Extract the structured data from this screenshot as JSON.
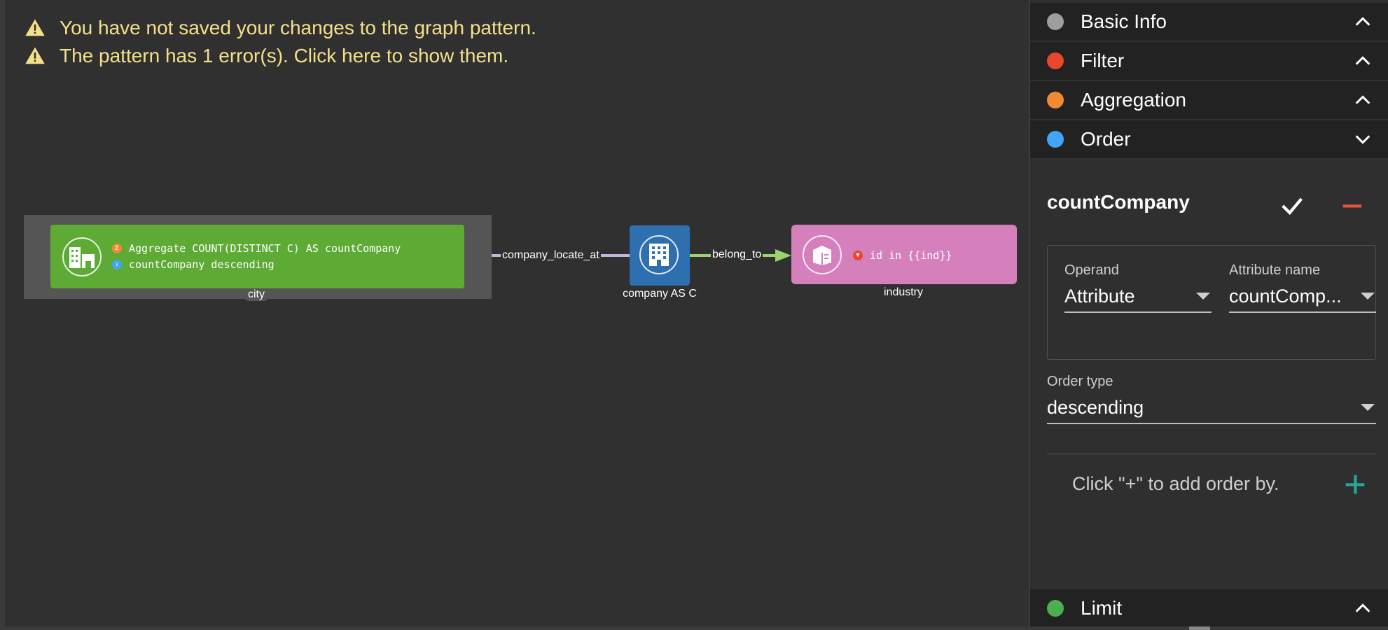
{
  "warnings": {
    "unsaved": "You have not saved your changes to the graph pattern.",
    "errors": "The pattern has 1 error(s). Click here to show them."
  },
  "graph": {
    "city": {
      "aggregate_text": "Aggregate COUNT(DISTINCT C) AS countCompany",
      "order_text": "countCompany descending",
      "label": "city",
      "color": "#5daa35"
    },
    "company": {
      "label": "company AS C",
      "color": "#2e6fb0"
    },
    "industry": {
      "filter_text": "id in {{ind}}",
      "label": "industry",
      "color": "#d67fbd"
    },
    "edges": {
      "company_city": "company_locate_at",
      "company_industry": "belong_to"
    }
  },
  "panel": {
    "sections": {
      "basic_info": {
        "title": "Basic Info",
        "color": "#9e9e9e",
        "expanded": false
      },
      "filter": {
        "title": "Filter",
        "color": "#e8472e",
        "expanded": false
      },
      "aggregation": {
        "title": "Aggregation",
        "color": "#f08a34",
        "expanded": false
      },
      "order": {
        "title": "Order",
        "color": "#42a5f5",
        "expanded": true
      },
      "limit": {
        "title": "Limit",
        "color": "#4caf50",
        "expanded": false
      }
    },
    "order": {
      "item_title": "countCompany",
      "operand_label": "Operand",
      "operand_value": "Attribute",
      "attribute_label": "Attribute name",
      "attribute_value": "countComp...",
      "order_type_label": "Order type",
      "order_type_value": "descending",
      "add_hint": "Click \"+\" to add order by."
    }
  }
}
